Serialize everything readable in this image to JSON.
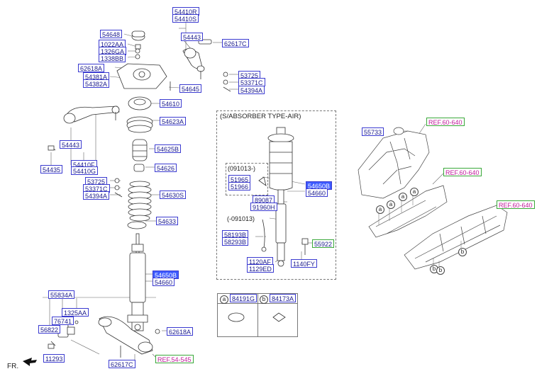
{
  "labels": {
    "l54410R": "54410R",
    "l54410S": "54410S",
    "l54648": "54648",
    "l54443a": "54443",
    "l62617Ca": "62617C",
    "l1022AA": "1022AA",
    "l1326GA": "1326GA",
    "l1338BB": "1338BB",
    "l62618Aa": "62618A",
    "l54381A": "54381A",
    "l54382A": "54382A",
    "l53725a": "53725",
    "l53371Ca": "53371C",
    "l54394Aa": "54394A",
    "l54645": "54645",
    "l54610": "54610",
    "l54623A": "54623A",
    "l54443b": "54443",
    "l54625B": "54625B",
    "l54410F": "54410F",
    "l54410G": "54410G",
    "l54435": "54435",
    "l54626": "54626",
    "l53725b": "53725",
    "l53371Cb": "53371C",
    "l54394Ab": "54394A",
    "l54630S": "54630S",
    "l54633": "54633",
    "l54650Ba": "54650B",
    "l54660a": "54660",
    "l55834A": "55834A",
    "l1325AA": "1325AA",
    "l76741": "76741",
    "l56822": "56822",
    "l11293": "11293",
    "l62618Ab": "62618A",
    "l62617Cb": "62617C",
    "lREF54545": "REF.54-545",
    "l51965": "51965",
    "l51966": "51966",
    "l54650Bb": "54650B",
    "l54660b": "54660",
    "l89087": "89087",
    "l91960H": "91960H",
    "l58193B": "58193B",
    "l58293B": "58293B",
    "l55922": "55922",
    "l1120AF": "1120AF",
    "l1129ED": "1129ED",
    "l1140FY": "1140FY",
    "l55733": "55733",
    "lREF60640a": "REF.60-640",
    "lREF60640b": "REF.60-640",
    "lREF60640c": "REF.60-640",
    "l84191G": "84191G",
    "l84173A": "84173A"
  },
  "text": {
    "air_title": "(S/ABSORBER TYPE-AIR)",
    "date_from": "(091013-)",
    "date_to": "(-091013)",
    "fr": "FR.",
    "circle_a": "a",
    "circle_b": "b"
  },
  "colors": {
    "label_border": "#3a3ad0",
    "label_text": "#1a1a8c",
    "highlight_fill": "#3d5bff",
    "ref_text": "#c0189a",
    "ref_border": "#3aa83a"
  }
}
